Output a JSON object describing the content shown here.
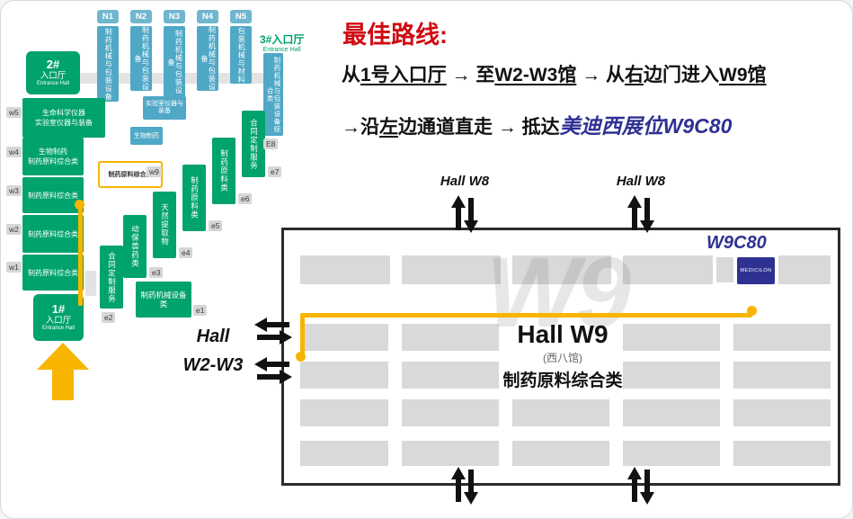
{
  "route": {
    "title": "最佳路线:",
    "line1": {
      "s1": "从",
      "s2": "1号入口厅",
      "s3": " → 至",
      "s4": "W2-W3馆",
      "s5": " → 从",
      "s6": "右",
      "s7": "边门进入",
      "s8": "W9馆"
    },
    "line2": {
      "s1": "→沿",
      "s2": "左",
      "s3": "边通道直走 → 抵达",
      "s4": "美迪西展位W9C80"
    }
  },
  "overview": {
    "entrance2": {
      "name": "2#",
      "hall": "入口厅",
      "en": "Entrance Hall"
    },
    "entrance1": {
      "name": "1#",
      "hall": "入口厅",
      "en": "Entrance Hall"
    },
    "entrance3": {
      "name": "3#入口厅",
      "en": "Entrance Hall"
    },
    "n_halls": [
      {
        "id": "N1",
        "text": "制药机械与包装设备"
      },
      {
        "id": "N2",
        "text": "制药机械与包装设备"
      },
      {
        "id": "N3",
        "text": "制药机械与包装设备"
      },
      {
        "id": "N4",
        "text": "制药机械与包装设备"
      },
      {
        "id": "N5",
        "text": "包装机械与材料"
      }
    ],
    "e8": {
      "id": "E8",
      "text": "制药机械与包装设备综合类"
    },
    "w_halls": [
      {
        "id": "w5",
        "line1": "生命科学仪器",
        "line2": "实验室仪器与装备"
      },
      {
        "id": "w4",
        "line1": "生物制药",
        "line2": "制药原料综合类"
      },
      {
        "id": "w3",
        "line1": "制药原料综合类",
        "line2": ""
      },
      {
        "id": "w2",
        "line1": "制药原料综合类",
        "line2": ""
      },
      {
        "id": "w1",
        "line1": "制药原料综合类",
        "line2": ""
      }
    ],
    "w9_highlight": {
      "text": "制药原料综合类",
      "id": "w9"
    },
    "small_blocks": [
      {
        "text": "实验室仪器与装备"
      },
      {
        "text": "生物制药"
      }
    ],
    "e_halls": [
      {
        "id": "e7",
        "text": "合同定制服务"
      },
      {
        "id": "e6",
        "text": "制药原料类"
      },
      {
        "id": "e5",
        "text": "制药原料类"
      },
      {
        "id": "e4",
        "text": "天然提取物"
      },
      {
        "id": "e3",
        "text": "动保兽药类"
      },
      {
        "id": "e2",
        "text": "合同定制服务"
      },
      {
        "id": "e1",
        "text": "制药机械设备类"
      }
    ]
  },
  "w9map": {
    "booth_code": "W9C80",
    "booth_logo": "MEDICILON",
    "title": "Hall W9",
    "subtitle": "(西八馆)",
    "category": "制药原料综合类",
    "watermark": "W9",
    "gate_top_left": "Hall W8",
    "gate_top_right": "Hall W8",
    "gate_left_line1": "Hall",
    "gate_left_line2": "W2-W3"
  },
  "colors": {
    "green": "#00A26D",
    "blue": "#4FA8C6",
    "yellow": "#F7B500",
    "navy": "#2E3192",
    "red": "#D00A12",
    "booth_gray": "#D9D9D9"
  }
}
